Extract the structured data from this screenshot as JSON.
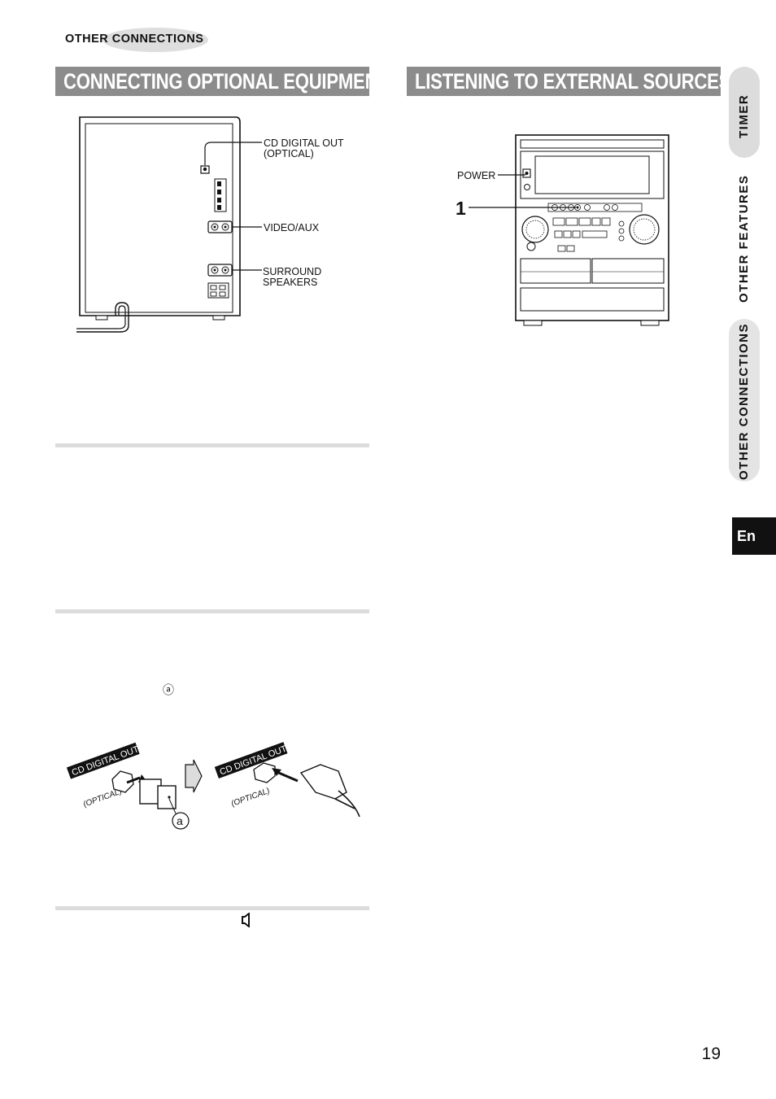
{
  "header": {
    "section": "OTHER CONNECTIONS"
  },
  "left": {
    "title": "CONNECTING OPTIONAL EQUIPMENT",
    "diagram_labels": {
      "cd_digital_out": "CD DIGITAL OUT",
      "optical": "(OPTICAL)",
      "video_aux": "VIDEO/AUX",
      "surround": "SURROUND",
      "speakers": "SPEAKERS"
    },
    "callout_a_small": "ⓐ",
    "plug_labels": {
      "cd_digital_out_1": "CD DIGITAL OUT",
      "optical_1": "(OPTICAL)",
      "cd_digital_out_2": "CD DIGITAL OUT",
      "optical_2": "(OPTICAL)",
      "callout_a": "a"
    }
  },
  "right": {
    "title": "LISTENING TO EXTERNAL SOURCES",
    "labels": {
      "power": "POWER",
      "step_1": "1"
    }
  },
  "side_tabs": {
    "timer": "TIMER",
    "other_features": "OTHER FEATURES",
    "other_connections": "OTHER CONNECTIONS",
    "language": "En"
  },
  "page_number": "19"
}
